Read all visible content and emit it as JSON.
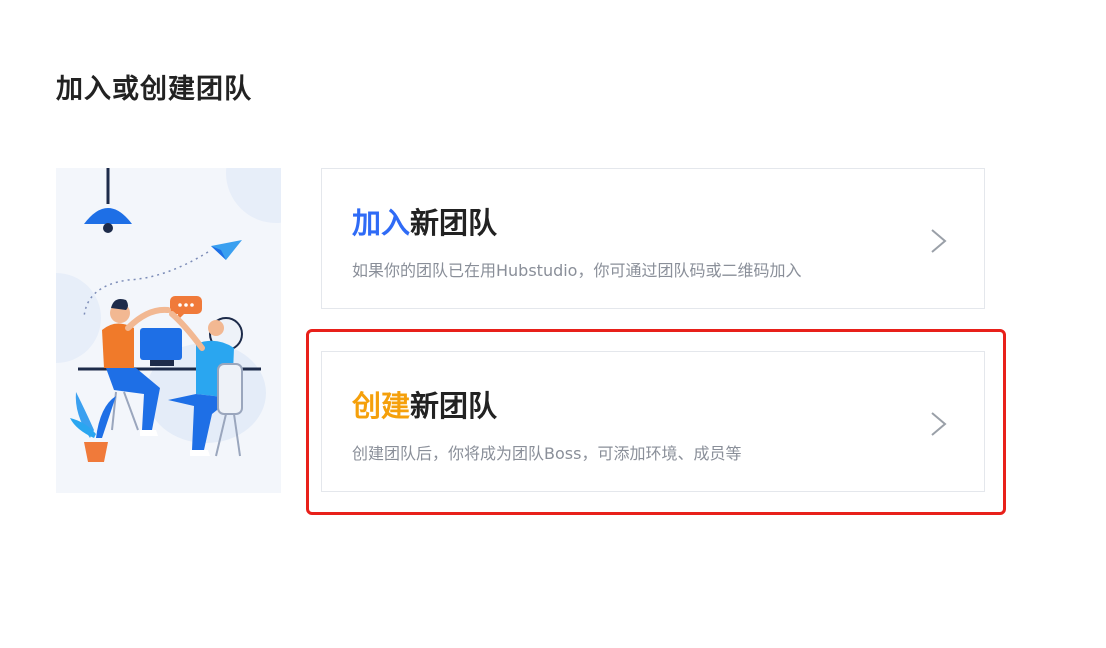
{
  "page": {
    "title": "加入或创建团队"
  },
  "join_card": {
    "title_accent": "加入",
    "title_rest": "新团队",
    "description": "如果你的团队已在用Hubstudio，你可通过团队码或二维码加入",
    "arrow_icon": "chevron-right-icon",
    "accent_color": "#2f6bf6"
  },
  "create_card": {
    "title_accent": "创建",
    "title_rest": "新团队",
    "description": "创建团队后，你将成为团队Boss，可添加环境、成员等",
    "arrow_icon": "chevron-right-icon",
    "accent_color": "#f5a00b"
  },
  "illustration": {
    "icon": "team-high-five-illustration",
    "badge_text": "..."
  },
  "highlight": {
    "color": "#e8201a"
  }
}
